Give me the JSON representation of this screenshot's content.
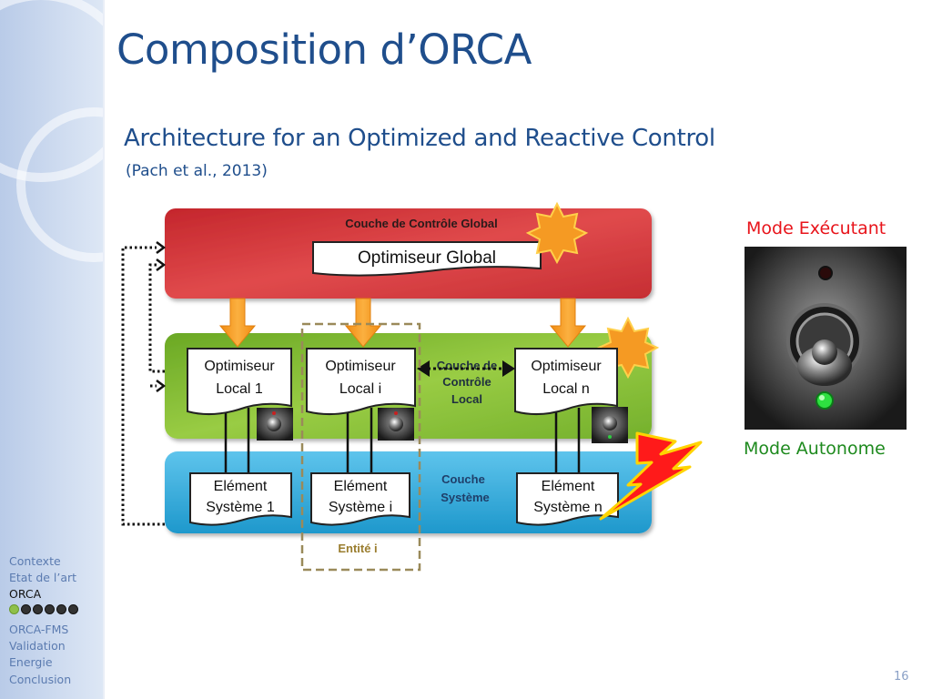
{
  "slide": {
    "title": "Composition d’ORCA",
    "subtitle": "Architecture for an Optimized and Reactive Control",
    "citation": "(Pach et al., 2013)",
    "page_number": "16"
  },
  "nav": {
    "items": [
      "Contexte",
      "Etat de l’art",
      "ORCA",
      "ORCA-FMS",
      "Validation",
      "Energie",
      "Conclusion"
    ],
    "active": "ORCA",
    "progress_dots": 6,
    "progress_active": 1
  },
  "diagram": {
    "global_layer_label": "Couche de Contrôle Global",
    "global_optimizer": "Optimiseur Global",
    "local_layer_label": [
      "Couche de",
      "Contrôle",
      "Local"
    ],
    "system_layer_label": [
      "Couche",
      "Système"
    ],
    "entity_label": "Entité i",
    "local_optimizers": [
      {
        "line1": "Optimiseur",
        "line2": "Local 1"
      },
      {
        "line1": "Optimiseur",
        "line2": "Local i"
      },
      {
        "line1": "Optimiseur",
        "line2": "Local n"
      }
    ],
    "system_elements": [
      {
        "line1": "Elément",
        "line2": "Système 1"
      },
      {
        "line1": "Elément",
        "line2": "Système i"
      },
      {
        "line1": "Elément",
        "line2": "Système n"
      }
    ]
  },
  "modes": {
    "executing": "Mode Exécutant",
    "autonomous": "Mode Autonome",
    "executing_color": "#e8141b",
    "autonomous_color": "#1e8a1e"
  },
  "colors": {
    "title": "#1f4e8c",
    "global_layer": "#d8393c",
    "local_layer": "#84bd34",
    "system_layer": "#2ea8d8",
    "arrow": "#f5a020",
    "entity_border": "#9a8a5a",
    "entity_label": "#9a7d2e"
  }
}
